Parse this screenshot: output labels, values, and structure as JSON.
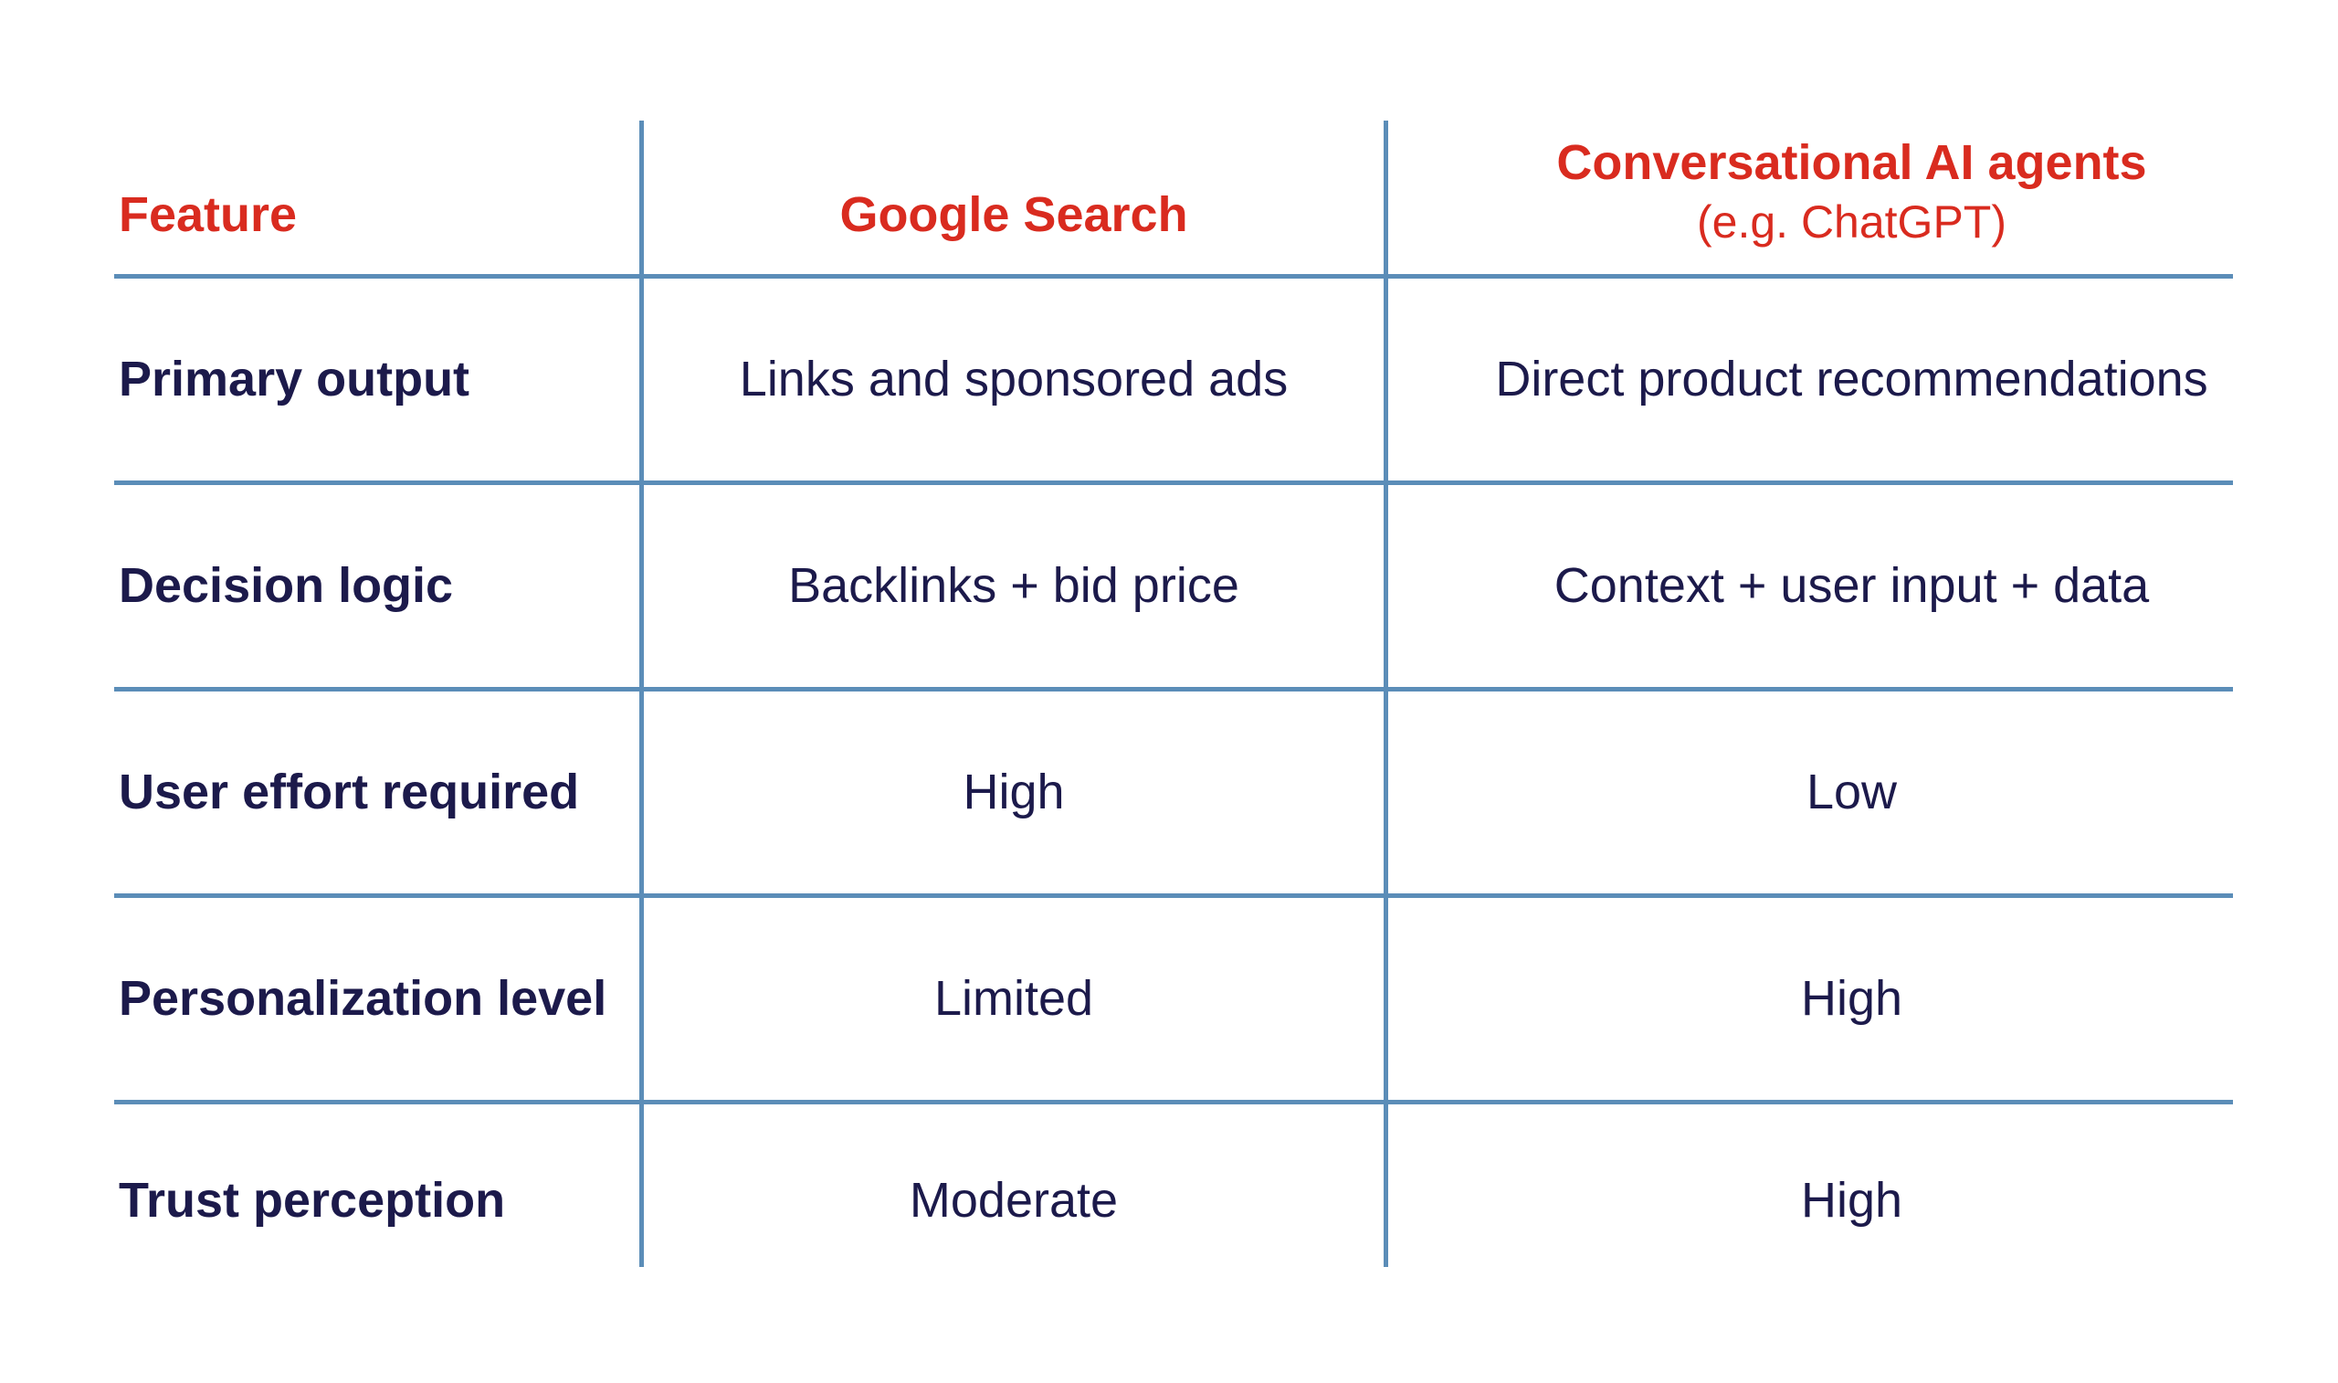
{
  "colors": {
    "header_text": "#d92b1f",
    "body_text": "#1c1a4b",
    "grid_line": "#5b8db8",
    "background": "#ffffff"
  },
  "headers": {
    "feature": "Feature",
    "google": "Google Search",
    "ai_title": "Conversational AI agents",
    "ai_subtitle": "(e.g. ChatGPT)"
  },
  "rows": [
    {
      "feature": "Primary output",
      "google": "Links and sponsored ads",
      "ai": "Direct product recommendations"
    },
    {
      "feature": "Decision logic",
      "google": "Backlinks + bid price",
      "ai": "Context + user input + data"
    },
    {
      "feature": "User effort required",
      "google": "High",
      "ai": "Low"
    },
    {
      "feature": "Personalization level",
      "google": "Limited",
      "ai": "High"
    },
    {
      "feature": "Trust perception",
      "google": "Moderate",
      "ai": "High"
    }
  ]
}
